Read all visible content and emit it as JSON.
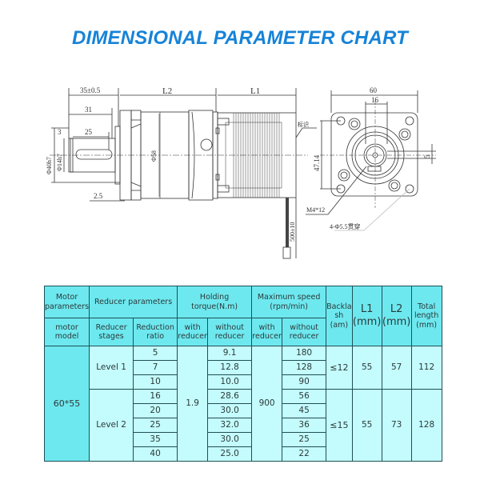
{
  "title": "DIMENSIONAL PARAMETER CHART",
  "drawing": {
    "side_view": {
      "dim_35": "35±0.5",
      "dim_31": "31",
      "dim_25": "25",
      "dim_3": "3",
      "dim_2_5": "2.5",
      "dim_L2": "L2",
      "dim_L1": "L1",
      "dia_40": "Φ40h7",
      "dia_14": "Φ14h7",
      "dia_58": "Φ58",
      "label_mark": "标识",
      "lead_length": "500±10"
    },
    "front_view": {
      "width_60": "60",
      "width_16": "16",
      "pitch_47": "47.14",
      "key_5": "5",
      "thread": "M4*12",
      "holes": "4-Φ5.5贯穿"
    }
  },
  "table": {
    "header_row1": {
      "motor_params": "Motor parameters",
      "reducer_params": "Reducer parameters",
      "holding_torque": "Holding torque(N.m)",
      "max_speed": "Maximum speed (rpm/min)",
      "backlash": "Backla sh (am)",
      "l1": "L1 (mm)",
      "l2": "L2 (mm)",
      "total_length": "Total length (mm)"
    },
    "header_row2": {
      "motor_model": "motor model",
      "reducer_stages": "Reducer stages",
      "reduction_ratio": "Reduction ratio",
      "torque_with": "with reducer",
      "torque_without": "without reducer",
      "speed_with": "with reducer",
      "speed_without": "without reducer"
    },
    "motor_model": "60*55",
    "torque_with_reducer": "1.9",
    "speed_with_reducer": "900",
    "groups": [
      {
        "stage": "Level 1",
        "backlash": "≤12",
        "l1": "55",
        "l2": "57",
        "total": "112",
        "rows": [
          {
            "ratio": "5",
            "torque_without": "9.1",
            "speed_without": "180"
          },
          {
            "ratio": "7",
            "torque_without": "12.8",
            "speed_without": "128"
          },
          {
            "ratio": "10",
            "torque_without": "10.0",
            "speed_without": "90"
          }
        ]
      },
      {
        "stage": "Level 2",
        "backlash": "≤15",
        "l1": "55",
        "l2": "73",
        "total": "128",
        "rows": [
          {
            "ratio": "16",
            "torque_without": "28.6",
            "speed_without": "56"
          },
          {
            "ratio": "20",
            "torque_without": "30.0",
            "speed_without": "45"
          },
          {
            "ratio": "25",
            "torque_without": "32.0",
            "speed_without": "36"
          },
          {
            "ratio": "35",
            "torque_without": "30.0",
            "speed_without": "25"
          },
          {
            "ratio": "40",
            "torque_without": "25.0",
            "speed_without": "22"
          }
        ]
      }
    ]
  },
  "colors": {
    "title": "#1683d8",
    "header_bg": "#6ee8ef",
    "cell_bg": "#c4fbfc",
    "border": "#1f4f56"
  }
}
